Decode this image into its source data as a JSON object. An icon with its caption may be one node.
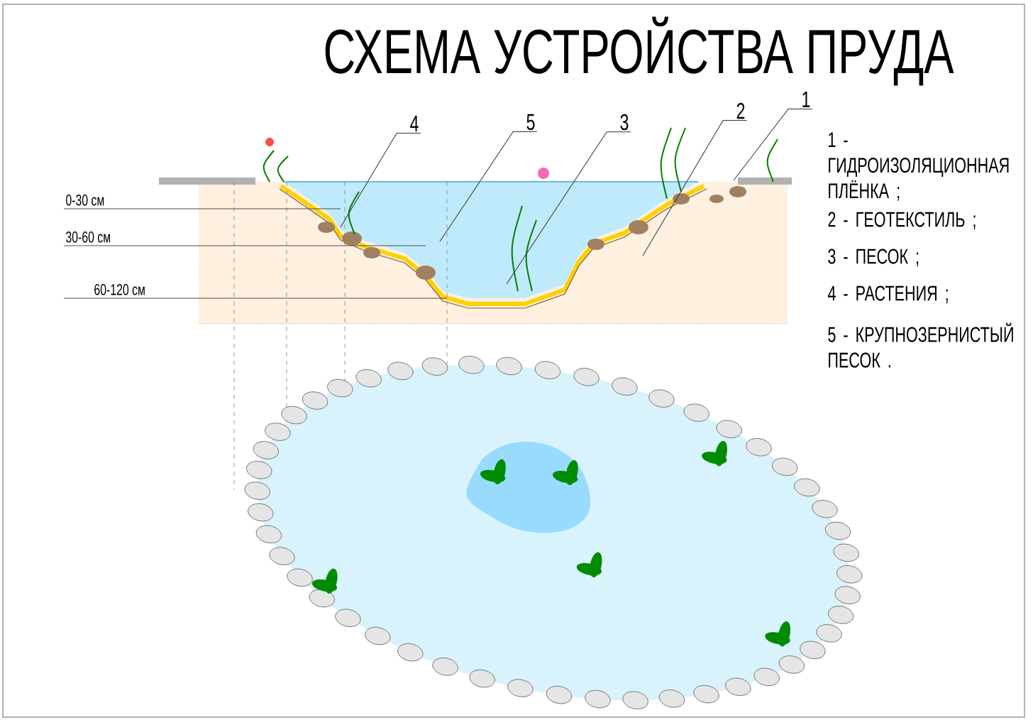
{
  "diagram": {
    "title": "СХЕМА УСТРОЙСТВА ПРУДА",
    "nodes": [
      {
        "text": [
          "4"
        ]
      },
      {
        "text": [
          "5"
        ]
      },
      {
        "text": [
          "3"
        ]
      },
      {
        "text": [
          "2"
        ]
      },
      {
        "text": [
          "1"
        ]
      }
    ],
    "edges": [
      {
        "from": 0,
        "to": null,
        "arrow": "none"
      },
      {
        "from": 1,
        "to": null,
        "arrow": "none"
      },
      {
        "from": 2,
        "to": null,
        "arrow": "none"
      },
      {
        "from": 3,
        "to": null,
        "arrow": "none"
      },
      {
        "from": 4,
        "to": null,
        "arrow": "none"
      }
    ],
    "labels": [
      "0-30 см",
      "30-60 см",
      "60-120 см",
      "1 - ГИДРОИЗОЛЯЦИОННАЯ ПЛЁНКА ;",
      "2 - ГЕОТЕКСТИЛЬ ;",
      "3 - ПЕСОК ;",
      "4 - РАСТЕНИЯ ;",
      "5 - КРУПНОЗЕРНИСТЫЙ ПЕСОК ."
    ]
  }
}
